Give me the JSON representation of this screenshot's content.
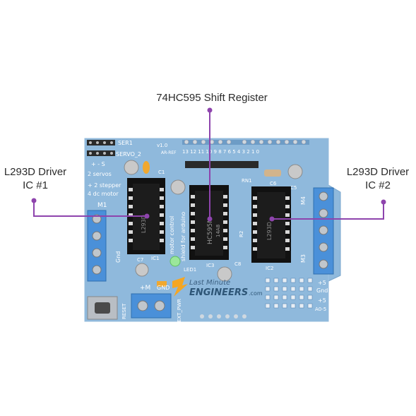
{
  "callouts": {
    "shift_register": "74HC595 Shift Register",
    "driver1_line1": "L293D Driver",
    "driver1_line2": "IC #1",
    "driver2_line1": "L293D Driver",
    "driver2_line2": "IC #2"
  },
  "board_labels": {
    "ser1": "SER1",
    "servo2": "SERVO_2",
    "version": "v1.0",
    "ar_ef": "AR-REF",
    "pins": "13 12 11 10 9 8   7 6 5 4 3 2 1 0",
    "plus_s": "+ - S",
    "servos": "2 servos",
    "stepper": "+ 2 stepper",
    "dc": "4 dc motor",
    "m1": "M1",
    "m4": "M4",
    "m3": "M3",
    "c1": "C1",
    "c6": "C6",
    "c5": "C5",
    "c7": "C7",
    "c8": "C8",
    "rn1": "RN1",
    "r2": "R2",
    "ic1": "IC1",
    "ic2": "IC2",
    "ic3": "IC3",
    "led1": "LED1",
    "gnd": "Gnd",
    "plus5": "+5",
    "plus5b": "+5",
    "gnd2": "Gnd",
    "a05": "A0-5",
    "reset": "RESET",
    "ext_pwr": "EXT_PWR",
    "plusm": "+M",
    "gnd3": "GND",
    "motor_control": "motor control",
    "shield_for_arduino": "shield for arduino",
    "chip_shift": "HC595N",
    "chip_shift_sub": "14A8",
    "chip_l293_1": "L293D",
    "chip_l293_2": "L293D",
    "watermark_top": "Last Minute",
    "watermark_main": "ENGINEERS",
    "watermark_suffix": ".com"
  },
  "colors": {
    "board": "#8fb9dc",
    "board_dark": "#6d9cc6",
    "chip": "#1c1c1c",
    "leader": "#8e44ad",
    "terminal": "#4a90d9"
  }
}
